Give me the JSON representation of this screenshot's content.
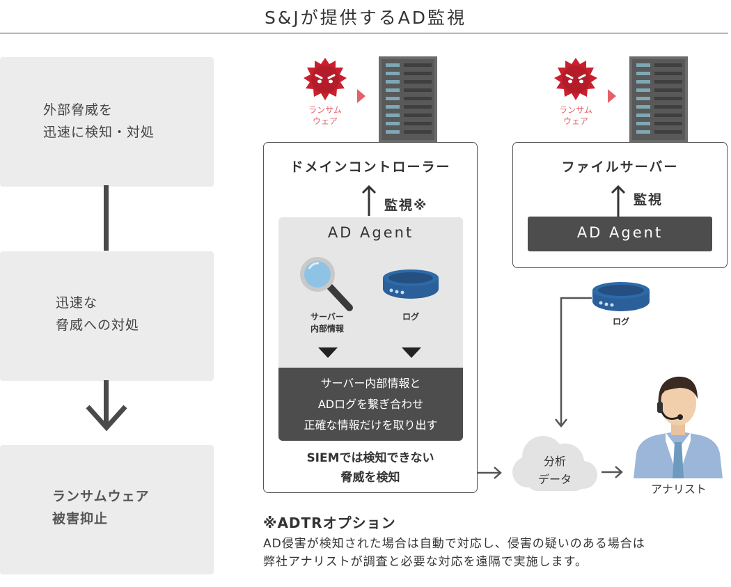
{
  "title": "S&Jが提供するAD監視",
  "steps": [
    {
      "label": "外部脅威を\n迅速に検知・対処"
    },
    {
      "label": "迅速な\n脅威への対処"
    },
    {
      "label": "ランサムウェア\n被害抑止"
    }
  ],
  "ransomware_label": "ランサム\nウェア",
  "domain_controller": {
    "title": "ドメインコントローラー",
    "monitor_label": "監視※",
    "agent_title": "AD Agent",
    "icon1_label": "サーバー\n内部情報",
    "icon2_label": "ログ",
    "dark_text": "サーバー内部情報と\nADログを繋ぎ合わせ\n正確な情報だけを取り出す",
    "bottom_text": "SIEMでは検知できない\n脅威を検知"
  },
  "file_server": {
    "title": "ファイルサーバー",
    "monitor_label": "監視",
    "agent_label": "AD Agent"
  },
  "log_label": "ログ",
  "cloud_label": "分析\nデータ",
  "analyst_label": "アナリスト",
  "note": {
    "title": "※ADTRオプション",
    "body": "AD侵害が検知された場合は自動で対応し、侵害の疑いのある場合は\n弊社アナリストが調査と必要な対応を遠隔で実施します。"
  },
  "colors": {
    "virus_red": "#c8202f",
    "ransom_text": "#e4606b",
    "arrow_pink": "#e4606b",
    "dark_panel": "#4d4d4d",
    "db_blue": "#2d6aa8"
  }
}
